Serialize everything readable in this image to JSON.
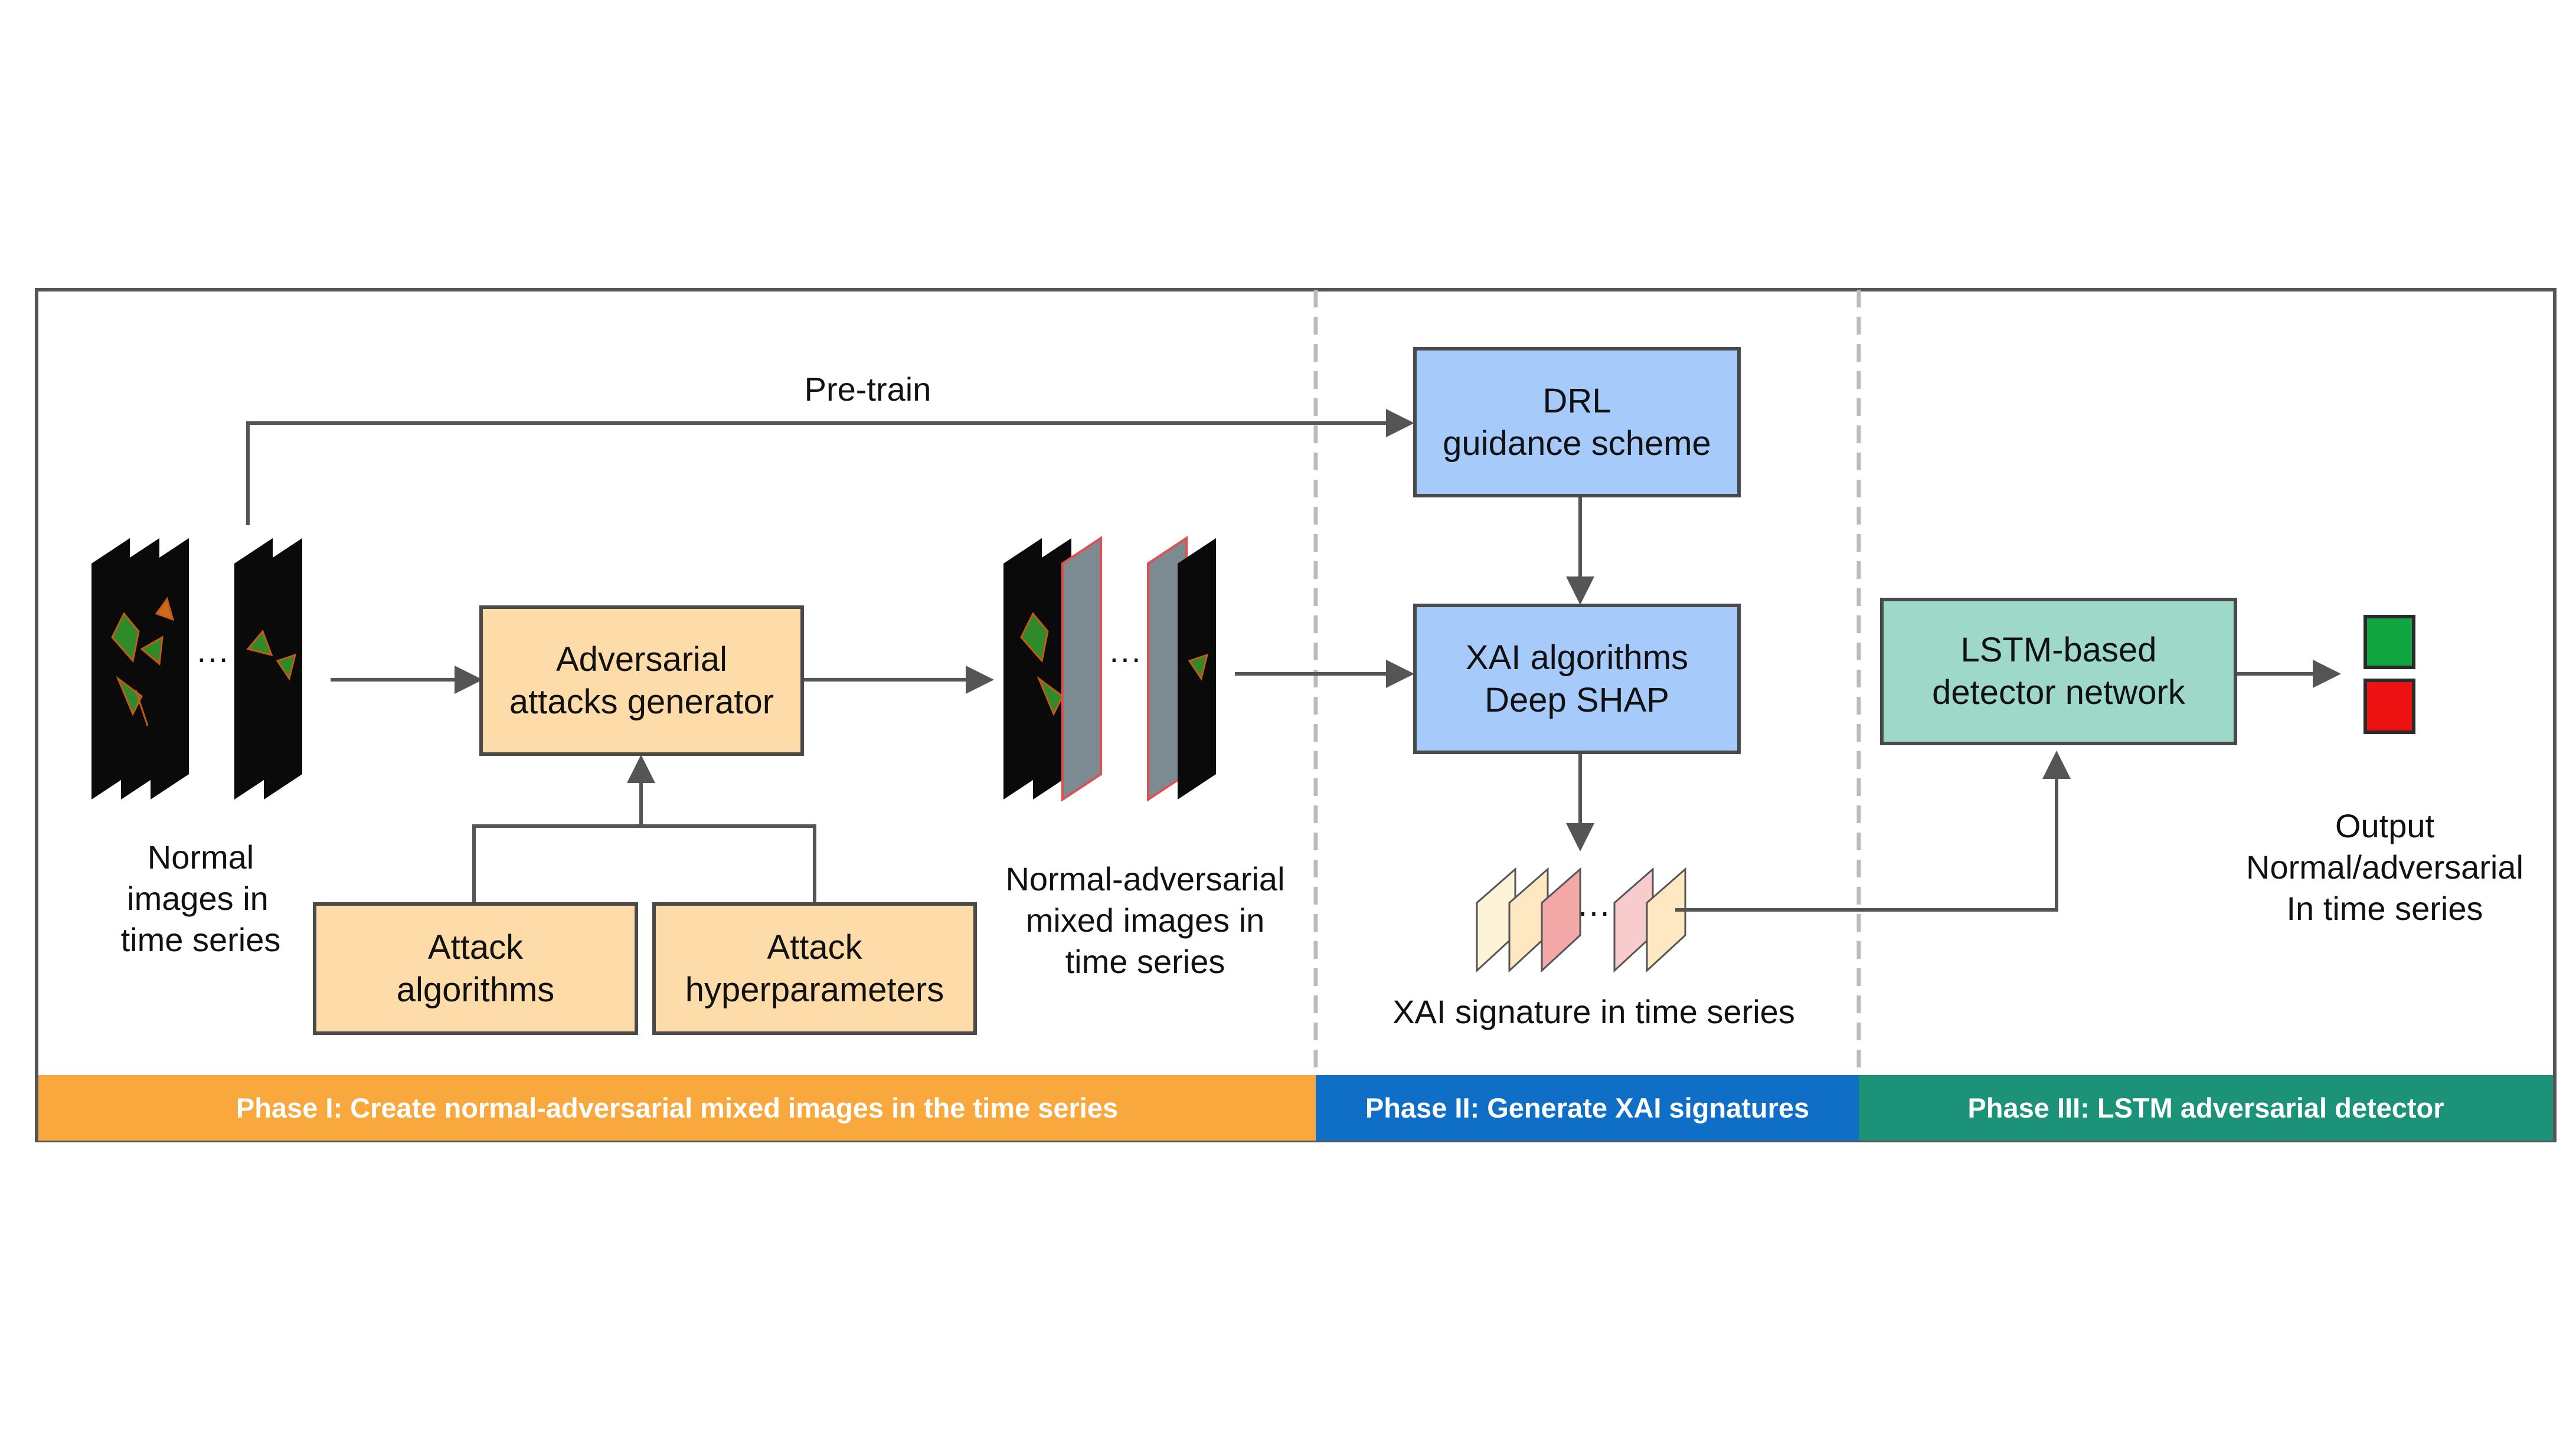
{
  "labels": {
    "pretrain": "Pre-train",
    "normal_images": [
      "Normal",
      "images in",
      "time series"
    ],
    "mixed_images": [
      "Normal-adversarial",
      "mixed images in",
      "time series"
    ],
    "xai_signature": "XAI signature in time series",
    "output": [
      "Output",
      "Normal/adversarial",
      "In time series"
    ],
    "ellipsis": "···"
  },
  "boxes": {
    "adversarial_generator": [
      "Adversarial",
      "attacks generator"
    ],
    "attack_algorithms": [
      "Attack",
      "algorithms"
    ],
    "attack_hyperparameters": [
      "Attack",
      "hyperparameters"
    ],
    "drl": [
      "DRL",
      "guidance scheme"
    ],
    "xai": [
      "XAI algorithms",
      "Deep SHAP"
    ],
    "lstm": [
      "LSTM-based",
      "detector network"
    ]
  },
  "phases": {
    "phase1": "Phase I: Create normal-adversarial mixed images in the time series",
    "phase2": "Phase II: Generate XAI signatures",
    "phase3": "Phase III: LSTM adversarial detector"
  },
  "colors": {
    "phase1": "#f9a83d",
    "phase2": "#0f6fc6",
    "phase3": "#1c9279",
    "output_normal": "#10a540",
    "output_adversarial": "#ee1111",
    "box_orange": "#fddcaa",
    "box_blue": "#a6cbfa",
    "box_teal": "#9dd8c8"
  }
}
